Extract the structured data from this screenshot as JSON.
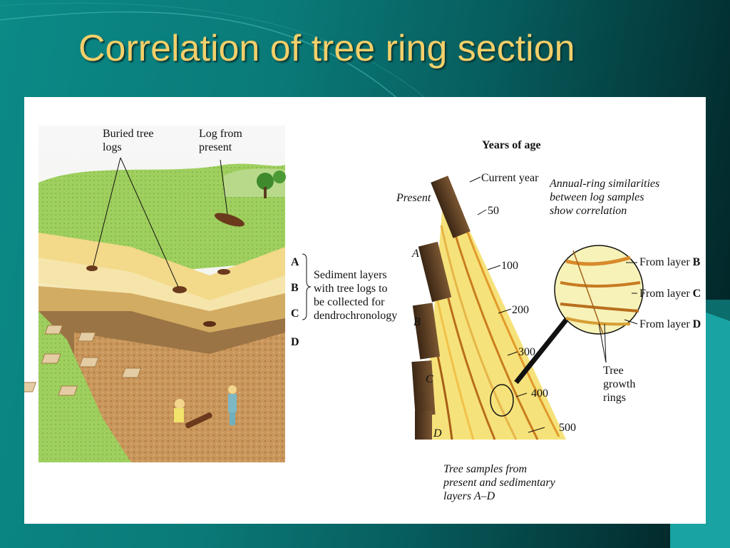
{
  "slide": {
    "title": "Correlation of tree ring section"
  },
  "figure": {
    "excavation_labels": {
      "buried_logs": "Buried tree\nlogs",
      "log_present": "Log from\npresent",
      "layers": [
        "A",
        "B",
        "C",
        "D"
      ],
      "sediment_note": "Sediment layers\nwith tree logs to\nbe collected for\ndendrochronology"
    },
    "ring_section": {
      "heading": "Years of age",
      "current_year": "Current year",
      "present": "Present",
      "age_marks": [
        "50",
        "100",
        "200",
        "300",
        "400",
        "500"
      ],
      "sample_layers": [
        "A",
        "B",
        "C",
        "D"
      ],
      "caption": "Tree samples from\npresent and sedimentary\nlayers A–D"
    },
    "magnified": {
      "similarity_note": "Annual-ring similarities\nbetween log samples\nshow correlation",
      "from_layer_prefix": "From layer",
      "from_layers": [
        "B",
        "C",
        "D"
      ],
      "growth_rings": "Tree\ngrowth\nrings"
    }
  },
  "colors": {
    "title": "#f3cf6a",
    "background_start": "#0b8a87",
    "background_end": "#021e20"
  }
}
